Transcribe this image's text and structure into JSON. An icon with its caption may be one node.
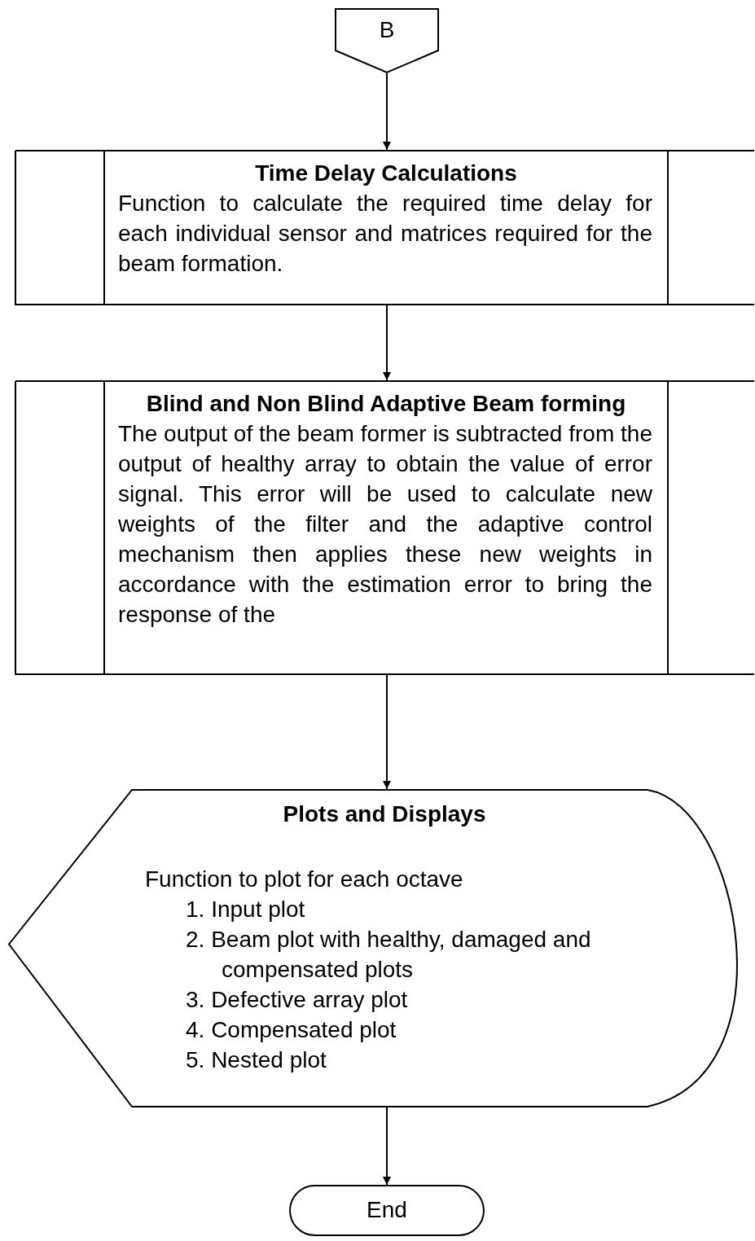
{
  "diagram": {
    "nodes": [
      {
        "text": [
          "B"
        ]
      },
      {
        "text": [
          "Time Delay Calculations",
          "Function to calculate the required time delay for each individual sensor and matrices required for the beam formation."
        ]
      },
      {
        "text": [
          "Blind and Non Blind Adaptive Beam forming",
          "The output of the beam former is subtracted from the output of healthy array to obtain the value of error signal.  This error will be used to calculate new weights of the filter and the adaptive control mechanism then applies these new weights in accordance with the estimation error to bring the response of the"
        ]
      },
      {
        "text": [
          "Plots and Displays",
          "Function to plot for each octave",
          "1. Input plot",
          "2. Beam plot with healthy, damaged and compensated plots",
          "3. Defective array plot",
          "4. Compensated plot",
          "5. Nested plot"
        ]
      },
      {
        "text": [
          "End"
        ]
      }
    ],
    "edges": [
      {
        "from": 0,
        "to": 1,
        "arrow": "to"
      },
      {
        "from": 1,
        "to": 2,
        "arrow": "to"
      },
      {
        "from": 2,
        "to": 3,
        "arrow": "to"
      },
      {
        "from": 3,
        "to": 4,
        "arrow": "to"
      }
    ]
  }
}
